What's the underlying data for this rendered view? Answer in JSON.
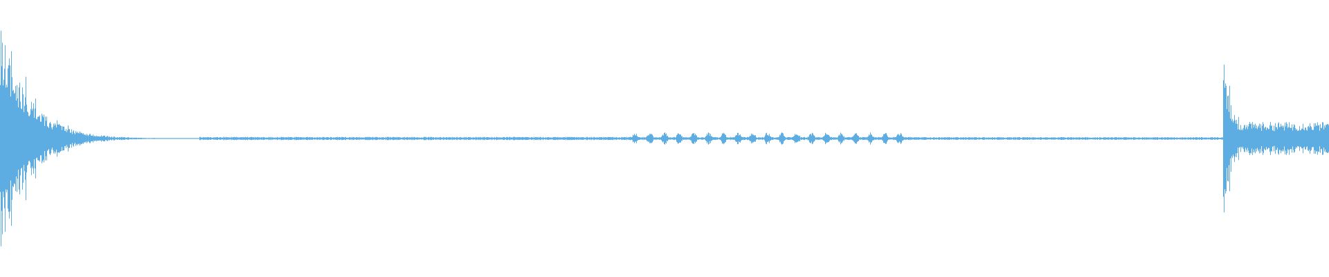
{
  "colors": {
    "background": "#ffffff",
    "waveform": "#5dade2"
  },
  "waveform": {
    "description_visible_text": "",
    "segments": [
      {
        "kind": "transient-decay",
        "start": 0.0,
        "end": 0.15,
        "peak": 0.82,
        "decay": 7.0
      },
      {
        "kind": "quiet",
        "start": 0.15,
        "end": 0.475,
        "peak": 0.012
      },
      {
        "kind": "pulse-train",
        "start": 0.475,
        "end": 0.685,
        "peak": 0.045
      },
      {
        "kind": "quiet",
        "start": 0.685,
        "end": 0.92,
        "peak": 0.01
      },
      {
        "kind": "transient-sustain",
        "start": 0.92,
        "end": 1.0,
        "peak": 0.62,
        "sustain": 0.12
      }
    ]
  }
}
